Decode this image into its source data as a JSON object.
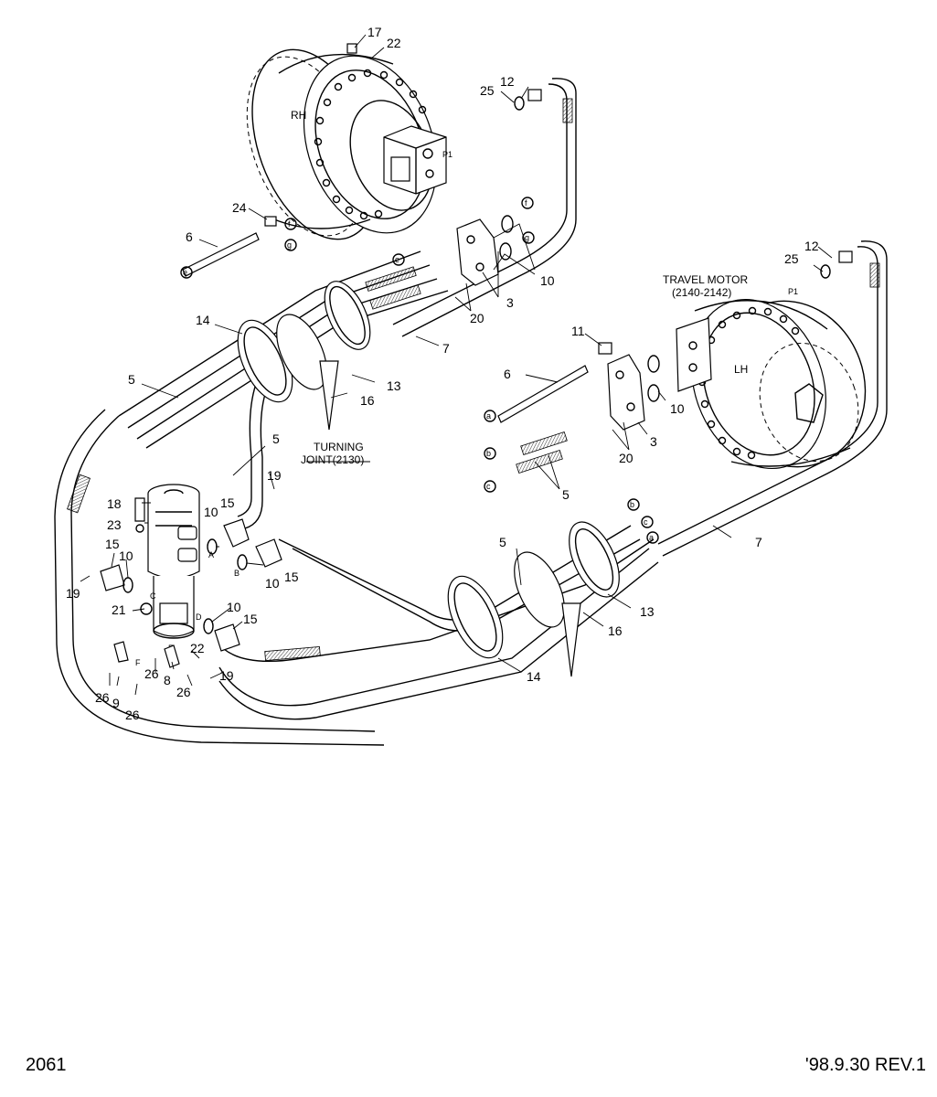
{
  "labels": {
    "rh": "RH",
    "lh": "LH",
    "travel_motor": "TRAVEL MOTOR",
    "travel_motor_ref": "(2140-2142)",
    "turning": "TURNING",
    "turning_joint_ref": "JOINT(2130)"
  },
  "part_numbers": {
    "p17": "17",
    "p22a": "22",
    "p12a": "12",
    "p25a": "25",
    "p24": "24",
    "p6a": "6",
    "p10a": "10",
    "p3a": "3",
    "p20a": "20",
    "p7a": "7",
    "p14a": "14",
    "p5a": "5",
    "p13a": "13",
    "p16a": "16",
    "p12b": "12",
    "p25b": "25",
    "p11": "11",
    "p6b": "6",
    "p10b": "10",
    "p3b": "3",
    "p20b": "20",
    "p5b": "5",
    "p5c": "5",
    "p19a": "19",
    "p18": "18",
    "p23": "23",
    "p15a": "15",
    "p10c": "10",
    "p15b": "15",
    "p10d": "10",
    "p19b": "19",
    "p21": "21",
    "p10e": "10",
    "p15c": "15",
    "p10f": "10",
    "p15d": "15",
    "p22b": "22",
    "p8": "8",
    "p26a": "26",
    "p26b": "26",
    "p26c": "26",
    "p9": "9",
    "p26d": "26",
    "p19c": "19",
    "p5d": "5",
    "p7b": "7",
    "p13b": "13",
    "p16b": "16",
    "p14b": "14"
  },
  "callouts": {
    "e1": "e",
    "f1": "f",
    "g1": "g",
    "e2": "e",
    "f2": "f",
    "g2": "g",
    "a1": "a",
    "b1": "b",
    "c1": "c",
    "a2": "a",
    "b2": "b",
    "c2": "c"
  },
  "port_marks": {
    "p_rh": "P1",
    "p_lh": "P1",
    "a_tj": "A",
    "b_tj": "B",
    "c_tj": "C",
    "d_tj": "D",
    "e_tj": "E",
    "f_tj": "F"
  },
  "footer": {
    "page_number": "2061",
    "revision": "'98.9.30 REV.1"
  }
}
